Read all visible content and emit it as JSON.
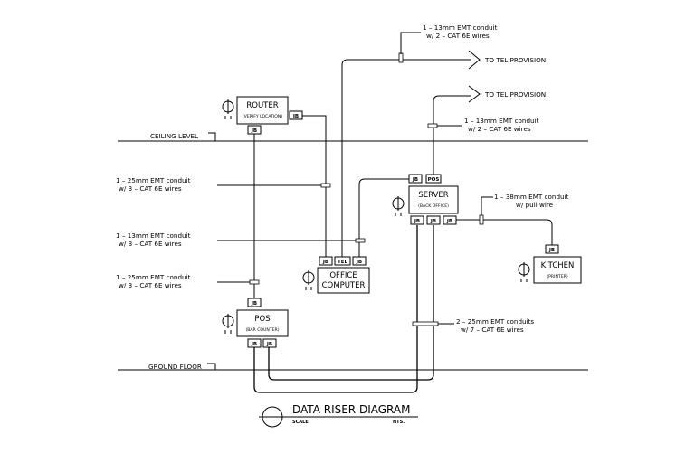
{
  "title": "DATA RISER DIAGRAM",
  "scale_label": "SCALE",
  "nts_label": "NTS.",
  "levels": {
    "ceiling": "CEILING LEVEL",
    "ground": "GROUND FLOOR"
  },
  "devices": {
    "router": {
      "name": "ROUTER",
      "note": "(VERIFY LOCATION)"
    },
    "server": {
      "name": "SERVER",
      "note": "(BACK OFFICE)"
    },
    "office": {
      "line1": "OFFICE",
      "line2": "COMPUTER"
    },
    "pos": {
      "name": "POS",
      "note": "(BAR COUNTER)"
    },
    "kitchen": {
      "name": "KITCHEN",
      "note": "(PRINTER)"
    }
  },
  "tags": {
    "jb": "JB",
    "tel": "TEL",
    "pos": "POS"
  },
  "tel_provision": {
    "a": "TO TEL PROVISION",
    "b": "TO TEL PROVISION"
  },
  "annotations": {
    "top_l1": "1 – 13mm EMT conduit",
    "top_l2": "w/ 2 – CAT 6E wires",
    "right_l1": "1 – 13mm EMT conduit",
    "right_l2": "w/ 2 – CAT 6E wires",
    "left1_l1": "1 – 25mm EMT conduit",
    "left1_l2": "w/ 3 – CAT 6E wires",
    "left2_l1": "1 – 13mm EMT conduit",
    "left2_l2": "w/ 3 – CAT 6E wires",
    "left3_l1": "1 – 25mm EMT conduit",
    "left3_l2": "w/ 3 – CAT 6E wires",
    "kitchen_l1": "1 – 38mm EMT conduit",
    "kitchen_l2": "w/ pull wire",
    "bottom_l1": "2 – 25mm EMT conduits",
    "bottom_l2": "w/ 7 – CAT 6E wires"
  }
}
